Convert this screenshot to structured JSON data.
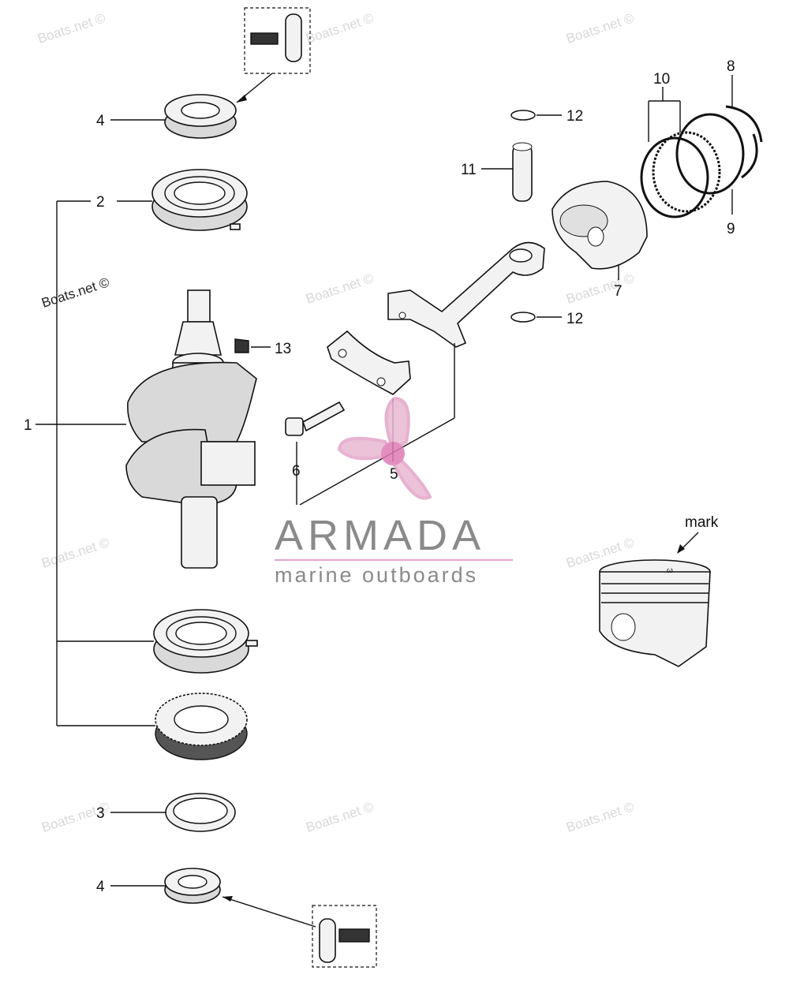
{
  "callouts": {
    "c1": "1",
    "c2": "2",
    "c3": "3",
    "c4_top": "4",
    "c4_bottom": "4",
    "c5": "5",
    "c6": "6",
    "c7": "7",
    "c8": "8",
    "c9": "9",
    "c10": "10",
    "c11": "11",
    "c12_top": "12",
    "c12_bottom": "12",
    "c13": "13"
  },
  "mark_label": "mark",
  "watermark": "Boats.net ©",
  "brand": {
    "name": "ARMADA",
    "tagline": "marine outboards",
    "logo_color": "#e3a4c7",
    "text_color": "#8a8a8a"
  }
}
